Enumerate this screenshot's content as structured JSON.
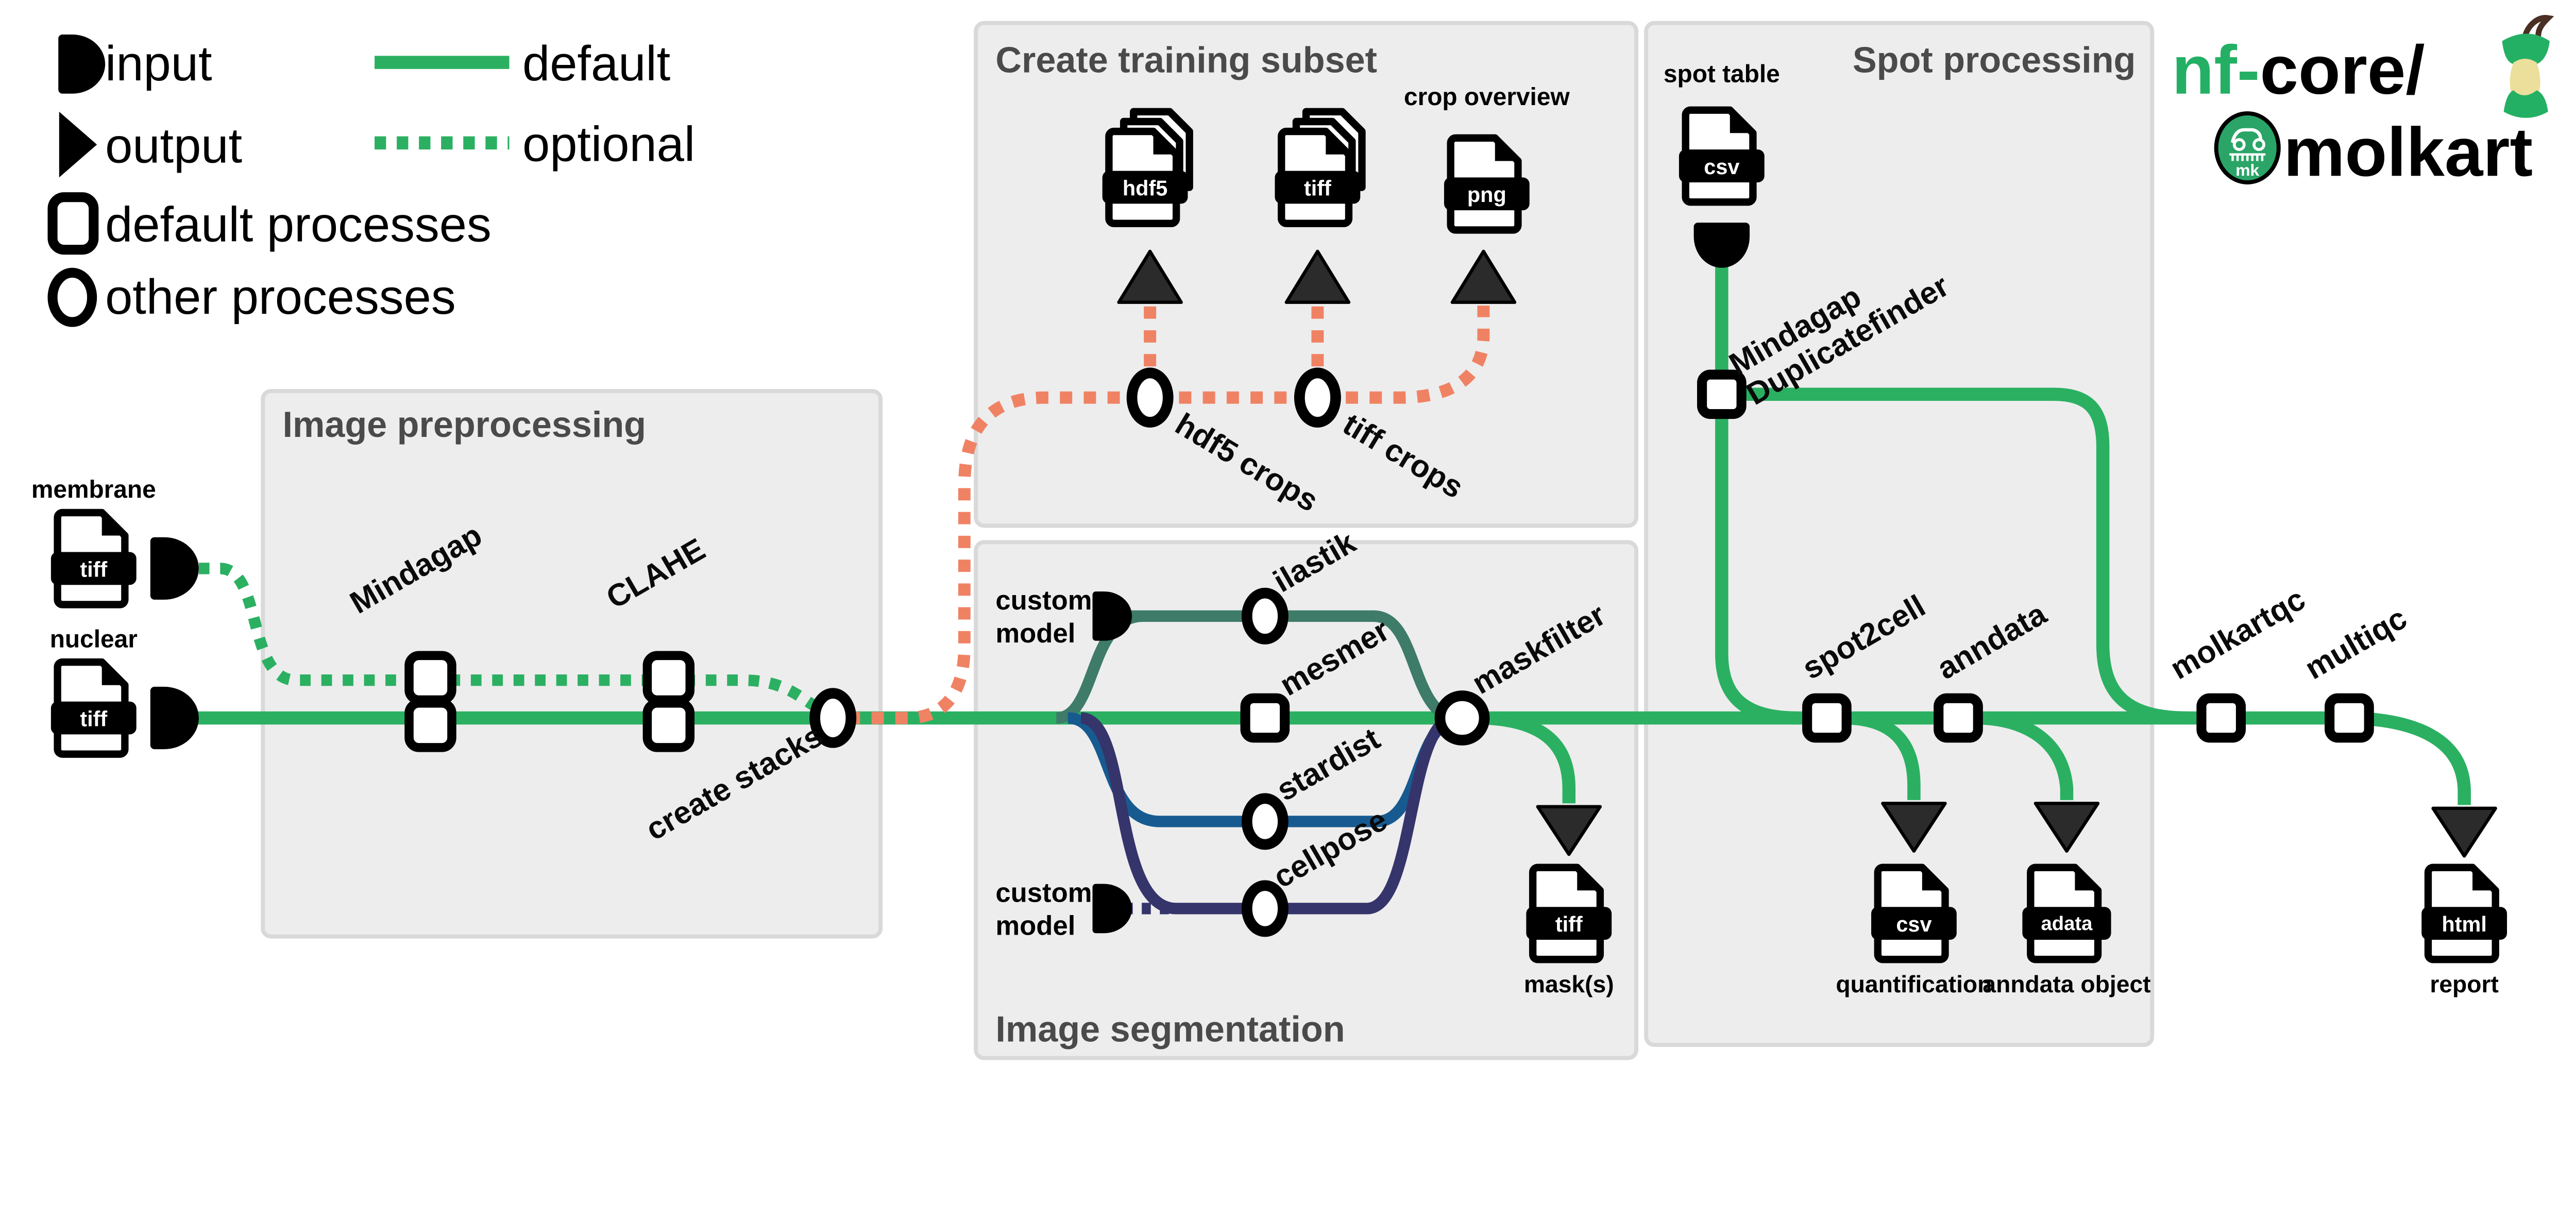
{
  "colors": {
    "green": "#2bb062",
    "salmon": "#f08264",
    "teal": "#3e7b69",
    "blue": "#175a90",
    "navy": "#35346b",
    "box_fill": "#ededed",
    "box_stroke": "#d9d9d9",
    "title_gray": "#4a4a4a",
    "arrow_dark": "#2b2b2b",
    "logo_green": "#24b064",
    "apple_core": "#ecdf9b",
    "stem_brown": "#4a2f23"
  },
  "legend": {
    "input": "input",
    "output": "output",
    "default_processes": "default processes",
    "other_processes": "other processes",
    "default_line": "default",
    "optional_line": "optional"
  },
  "logo": {
    "nf": "nf",
    "dash": "-",
    "core": "core/",
    "name": "molkart",
    "badge": "mk"
  },
  "boxes": {
    "preprocessing": "Image preprocessing",
    "training": "Create training subset",
    "segmentation": "Image segmentation",
    "spot": "Spot processing"
  },
  "inputs": {
    "membrane": "membrane",
    "nuclear": "nuclear",
    "spot_table": "spot table",
    "custom_model_line1": "custom",
    "custom_model_line2": "model"
  },
  "processes": {
    "mindagap": "Mindagap",
    "clahe": "CLAHE",
    "create_stacks": "create stacks",
    "hdf5_crops": "hdf5 crops",
    "tiff_crops": "tiff crops",
    "ilastik": "ilastik",
    "mesmer": "mesmer",
    "stardist": "stardist",
    "cellpose": "cellpose",
    "maskfilter": "maskfilter",
    "duplicatefinder_line1": "Mindagap",
    "duplicatefinder_line2": "Duplicatefinder",
    "spot2cell": "spot2cell",
    "anndata": "anndata",
    "molkartqc": "molkartqc",
    "multiqc": "multiqc"
  },
  "files": {
    "tiff": "tiff",
    "hdf5": "hdf5",
    "png": "png",
    "csv": "csv",
    "adata": "adata",
    "html": "html",
    "crop_overview": "crop overview",
    "masks": "mask(s)",
    "quantification": "quantification",
    "anndata_object": "anndata object",
    "report": "report"
  }
}
